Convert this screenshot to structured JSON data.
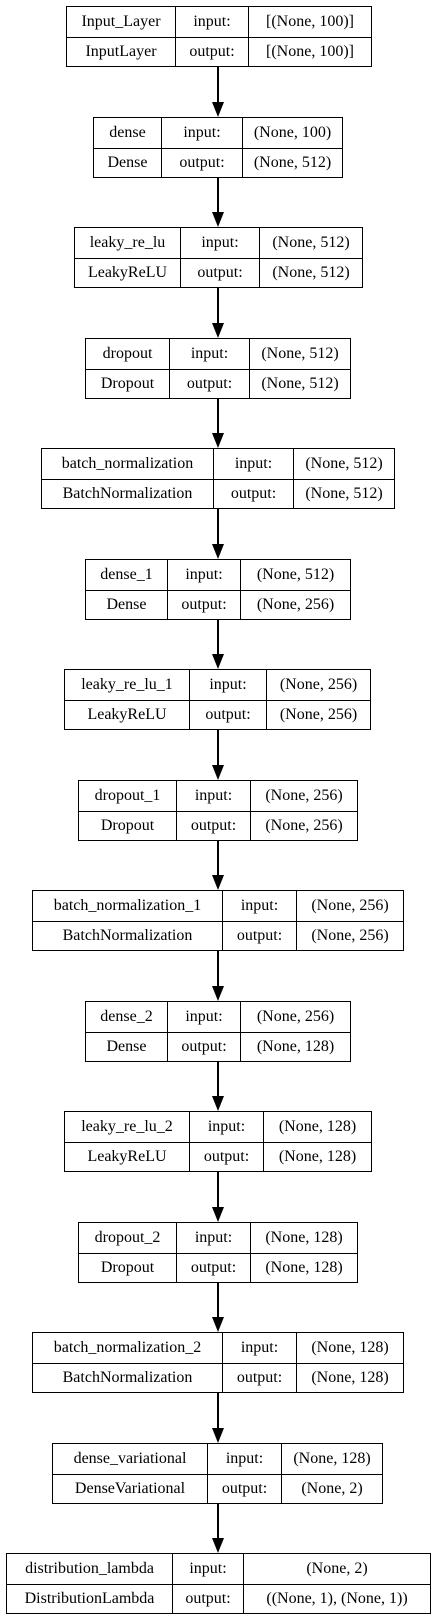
{
  "layers": [
    {
      "name": "Input_Layer",
      "type": "InputLayer",
      "input_label": "input:",
      "output_label": "output:",
      "input_shape": "[(None, 100)]",
      "output_shape": "[(None, 100)]"
    },
    {
      "name": "dense",
      "type": "Dense",
      "input_label": "input:",
      "output_label": "output:",
      "input_shape": "(None, 100)",
      "output_shape": "(None, 512)"
    },
    {
      "name": "leaky_re_lu",
      "type": "LeakyReLU",
      "input_label": "input:",
      "output_label": "output:",
      "input_shape": "(None, 512)",
      "output_shape": "(None, 512)"
    },
    {
      "name": "dropout",
      "type": "Dropout",
      "input_label": "input:",
      "output_label": "output:",
      "input_shape": "(None, 512)",
      "output_shape": "(None, 512)"
    },
    {
      "name": "batch_normalization",
      "type": "BatchNormalization",
      "input_label": "input:",
      "output_label": "output:",
      "input_shape": "(None, 512)",
      "output_shape": "(None, 512)"
    },
    {
      "name": "dense_1",
      "type": "Dense",
      "input_label": "input:",
      "output_label": "output:",
      "input_shape": "(None, 512)",
      "output_shape": "(None, 256)"
    },
    {
      "name": "leaky_re_lu_1",
      "type": "LeakyReLU",
      "input_label": "input:",
      "output_label": "output:",
      "input_shape": "(None, 256)",
      "output_shape": "(None, 256)"
    },
    {
      "name": "dropout_1",
      "type": "Dropout",
      "input_label": "input:",
      "output_label": "output:",
      "input_shape": "(None, 256)",
      "output_shape": "(None, 256)"
    },
    {
      "name": "batch_normalization_1",
      "type": "BatchNormalization",
      "input_label": "input:",
      "output_label": "output:",
      "input_shape": "(None, 256)",
      "output_shape": "(None, 256)"
    },
    {
      "name": "dense_2",
      "type": "Dense",
      "input_label": "input:",
      "output_label": "output:",
      "input_shape": "(None, 256)",
      "output_shape": "(None, 128)"
    },
    {
      "name": "leaky_re_lu_2",
      "type": "LeakyReLU",
      "input_label": "input:",
      "output_label": "output:",
      "input_shape": "(None, 128)",
      "output_shape": "(None, 128)"
    },
    {
      "name": "dropout_2",
      "type": "Dropout",
      "input_label": "input:",
      "output_label": "output:",
      "input_shape": "(None, 128)",
      "output_shape": "(None, 128)"
    },
    {
      "name": "batch_normalization_2",
      "type": "BatchNormalization",
      "input_label": "input:",
      "output_label": "output:",
      "input_shape": "(None, 128)",
      "output_shape": "(None, 128)"
    },
    {
      "name": "dense_variational",
      "type": "DenseVariational",
      "input_label": "input:",
      "output_label": "output:",
      "input_shape": "(None, 128)",
      "output_shape": "(None, 2)"
    },
    {
      "name": "distribution_lambda",
      "type": "DistributionLambda",
      "input_label": "input:",
      "output_label": "output:",
      "input_shape": "(None, 2)",
      "output_shape": "((None, 1), (None, 1))"
    }
  ]
}
